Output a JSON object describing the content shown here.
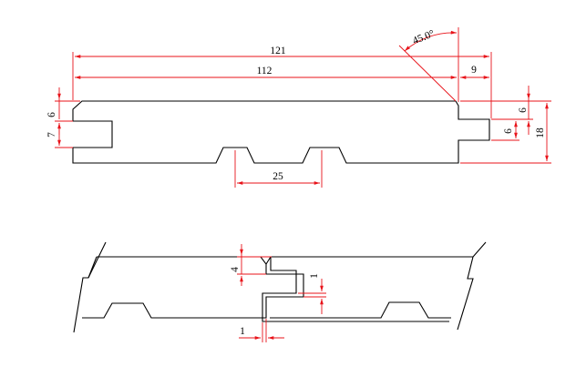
{
  "colors": {
    "profile": "#000000",
    "dimension": "#e8131a",
    "background": "#ffffff"
  },
  "top_view": {
    "dimensions": {
      "overall_width": "121",
      "face_width": "112",
      "tongue_length": "9",
      "tongue_angle": "45.0°",
      "groove_top_offset": "6",
      "groove_height": "7",
      "tongue_top_offset": "6",
      "tongue_height": "6",
      "board_thickness": "18",
      "relief_spacing": "25"
    }
  },
  "joint_view": {
    "dimensions": {
      "chamfer_depth": "4",
      "vertical_gap": "1",
      "horizontal_gap": "1"
    }
  }
}
